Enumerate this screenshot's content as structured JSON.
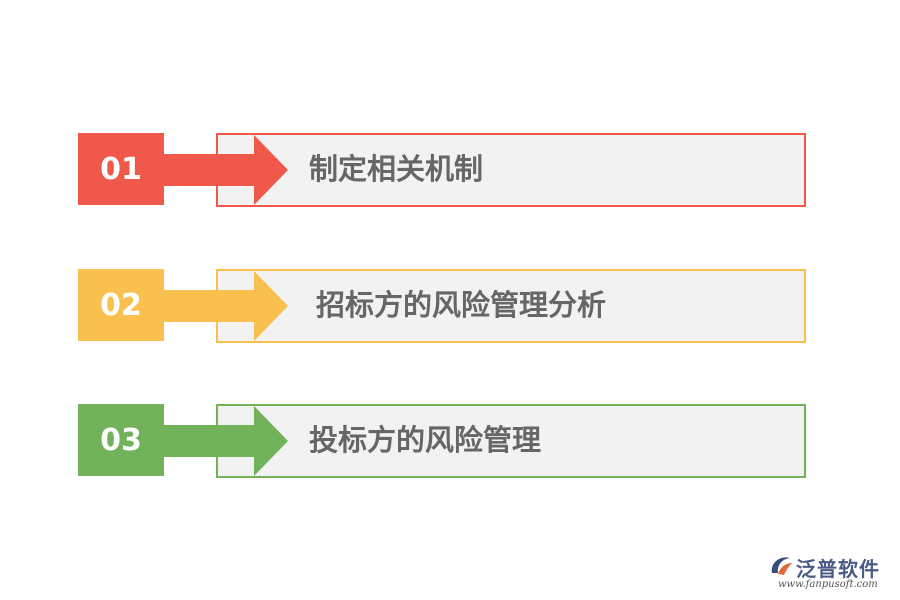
{
  "steps": [
    {
      "number": "01",
      "label": "制定相关机制",
      "color": "#f0584b"
    },
    {
      "number": "02",
      "label": "招标方的风险管理分析",
      "color": "#f9c04f"
    },
    {
      "number": "03",
      "label": "投标方的风险管理",
      "color": "#72b25b"
    }
  ],
  "logo": {
    "name": "泛普软件",
    "url": "www.fanpusoft.com",
    "icon": "fanpu-logo-icon"
  }
}
